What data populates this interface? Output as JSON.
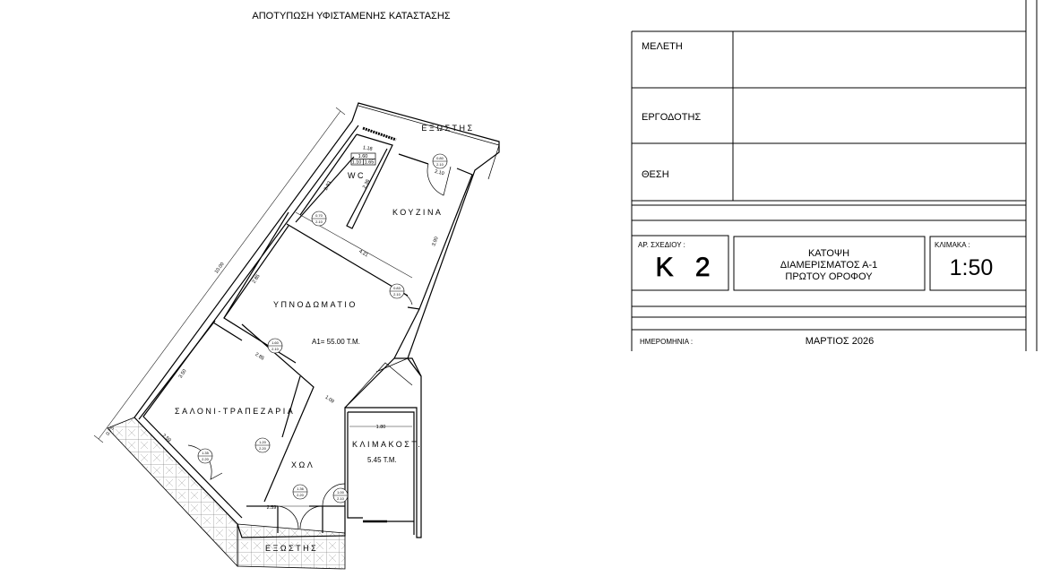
{
  "drawing_title": "ΑΠΟΤΥΠΩΣΗ ΥΦΙΣΤΑΜΕΝΗΣ ΚΑΤΑΣΤΑΣΗΣ",
  "plan": {
    "rooms": {
      "balcony_top": "ΕΞΩΣΤΗΣ",
      "wc": "WC",
      "kitchen": "ΚΟΥΖΙΝΑ",
      "bedroom": "ΥΠΝΟΔΩΜΑΤΙΟ",
      "area": "A1= 55.00 T.M.",
      "living": "ΣΑΛΟΝΙ-ΤΡΑΠΕΖΑΡΙΑ",
      "hall": "ΧΩΛ",
      "stair": "ΚΛΙΜΑΚΟΣΤ.",
      "stair_area": "5.45 T.M.",
      "balcony_bottom": "ΕΞΩΣΤΗΣ"
    },
    "dimensions": {
      "overall": "10.00",
      "wc_width": "1.18",
      "wc_len_a": "2.93",
      "wc_len_b": "2.36",
      "kitchen_depth": "3.90",
      "kitchen_door_w": "2.10",
      "cross_wall": "4.21",
      "bedroom_len": "2.85",
      "living_top": "2.85",
      "living_len": "3.50",
      "hall_w": "1.09",
      "living_bottom": "2.59",
      "wall_thk": "0.75",
      "stair_w": "1.80",
      "hall_bottom": "2.59"
    },
    "openings": [
      {
        "top": "0.80",
        "bottom": "2.10"
      },
      {
        "top": "0.70",
        "bottom": "2.10"
      },
      {
        "top": "0.83",
        "bottom": "2.10"
      },
      {
        "top": "1.60",
        "bottom": "2.10"
      },
      {
        "top": "1.20",
        "bottom": "2.20"
      },
      {
        "top": "1.35",
        "bottom": "2.20"
      },
      {
        "top": "1.36",
        "bottom": "2.20"
      },
      {
        "top": "1.00",
        "bottom": "2.10"
      }
    ],
    "wc_window_tag": {
      "top": "1.60",
      "left": "1.10",
      "right": "1.65"
    }
  },
  "title_block": {
    "study_label": "ΜΕΛΕΤΗ",
    "study_value": "",
    "employer_label": "ΕΡΓΟΔΟΤΗΣ",
    "employer_value": "",
    "location_label": "ΘΕΣΗ",
    "location_value": "",
    "drawing_no_label": "ΑΡ. ΣΧΕΔΙΟΥ :",
    "drawing_no": "K 2",
    "title_line1": "ΚΑΤΟΨΗ",
    "title_line2": "ΔΙΑΜΕΡΙΣΜΑΤΟΣ Α-1",
    "title_line3": "ΠΡΩΤΟΥ ΟΡΟΦΟΥ",
    "scale_label": "ΚΛΙΜΑΚΑ :",
    "scale": "1:50",
    "date_label": "ΗΜΕΡΟΜΗΝΙΑ :",
    "date": "ΜΑΡΤΙΟΣ 2026"
  }
}
